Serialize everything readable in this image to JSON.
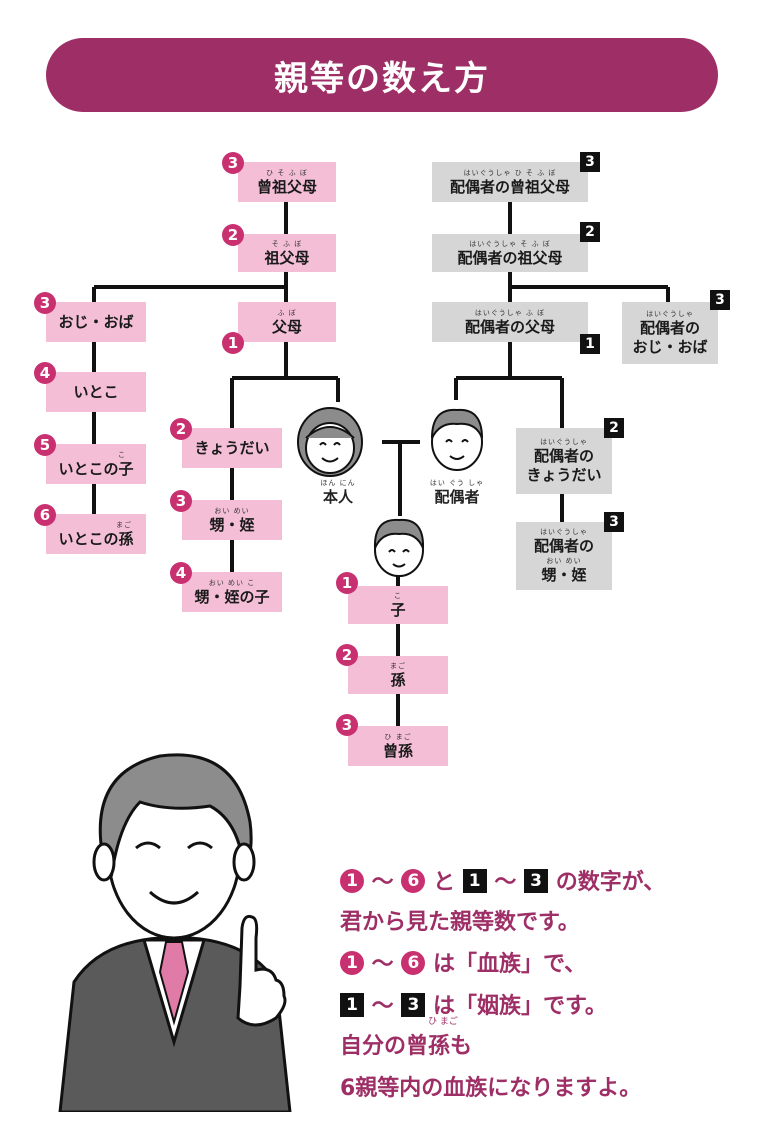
{
  "title": "親等の数え方",
  "blood": {
    "great_grandparents": {
      "label": "曾祖父母",
      "ruby": "ひ そ ふ ぼ",
      "degree": "3"
    },
    "grandparents": {
      "label": "祖父母",
      "ruby": "そ ふ ぼ",
      "degree": "2"
    },
    "parents": {
      "label": "父母",
      "ruby": "ふ ぼ",
      "degree": "1"
    },
    "uncle_aunt": {
      "label": "おじ・おば",
      "degree": "3"
    },
    "cousin": {
      "label": "いとこ",
      "degree": "4"
    },
    "cousin_child": {
      "label": "いとこの子",
      "ruby": "こ",
      "degree": "5"
    },
    "cousin_grandchild": {
      "label": "いとこの孫",
      "ruby": "まご",
      "degree": "6"
    },
    "siblings": {
      "label": "きょうだい",
      "degree": "2"
    },
    "nephew_niece": {
      "label": "甥・姪",
      "ruby": "おい めい",
      "degree": "3"
    },
    "nephew_niece_child": {
      "label": "甥・姪の子",
      "ruby": "おい めい こ",
      "degree": "4"
    },
    "child": {
      "label": "子",
      "ruby": "こ",
      "degree": "1"
    },
    "grandchild": {
      "label": "孫",
      "ruby": "まご",
      "degree": "2"
    },
    "great_grandchild": {
      "label": "曾孫",
      "ruby": "ひ まご",
      "degree": "3"
    }
  },
  "inlaw": {
    "great_grandparents": {
      "label": "配偶者の曾祖父母",
      "ruby": "はいぐうしゃ ひ そ ふ ぼ",
      "degree": "3"
    },
    "grandparents": {
      "label": "配偶者の祖父母",
      "ruby": "はいぐうしゃ そ ふ ぼ",
      "degree": "2"
    },
    "parents": {
      "label": "配偶者の父母",
      "ruby": "はいぐうしゃ ふ ぼ",
      "degree": "1"
    },
    "uncle_aunt": {
      "line1": "配偶者の",
      "line2": "おじ・おば",
      "ruby": "はいぐうしゃ",
      "degree": "3"
    },
    "siblings": {
      "line1": "配偶者の",
      "line2": "きょうだい",
      "ruby": "はいぐうしゃ",
      "degree": "2"
    },
    "nephew_niece": {
      "line1": "配偶者の",
      "line2": "甥・姪",
      "ruby": "はいぐうしゃ",
      "ruby2": "おい めい",
      "degree": "3"
    }
  },
  "self": {
    "label": "本人",
    "ruby": "ほん にん"
  },
  "spouse": {
    "label": "配偶者",
    "ruby": "はい ぐう しゃ"
  },
  "note": {
    "r1_a": "1",
    "r1_b": "6",
    "r1_c": "1",
    "r1_d": "3",
    "line1_mid": "と",
    "line1_end": "の数字が、",
    "line2": "君から見た親等数です。",
    "line3_end": "は「血族」で、",
    "line4_end": "は「姻族」です。",
    "line5": "自分の曾孫も",
    "line5_ruby": "ひ まご",
    "line6": "6親等内の血族になりますよ。",
    "tilde": "～"
  },
  "colors": {
    "accent": "#9e2f66",
    "blood_box": "#f4bfd6",
    "inlaw_box": "#d6d6d6",
    "badge": "#c8306f"
  }
}
